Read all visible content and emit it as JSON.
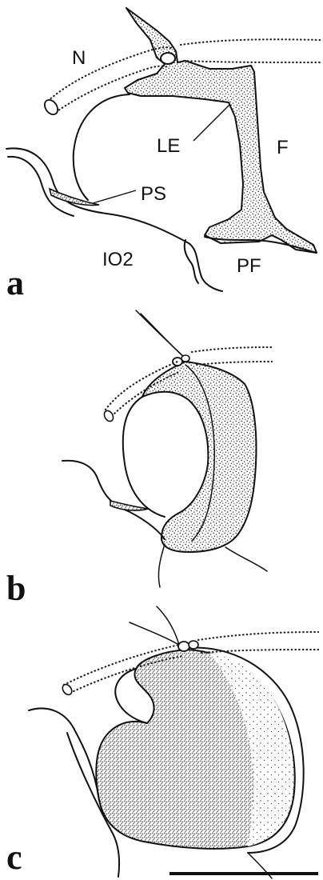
{
  "figure": {
    "panels": [
      {
        "id": "a",
        "label": "a",
        "structures": {
          "N": "N",
          "LE": "LE",
          "F": "F",
          "PS": "PS",
          "IO2": "IO2",
          "PF": "PF"
        }
      },
      {
        "id": "b",
        "label": "b"
      },
      {
        "id": "c",
        "label": "c"
      }
    ],
    "colors": {
      "ink": "#111111",
      "background": "#ffffff"
    }
  }
}
